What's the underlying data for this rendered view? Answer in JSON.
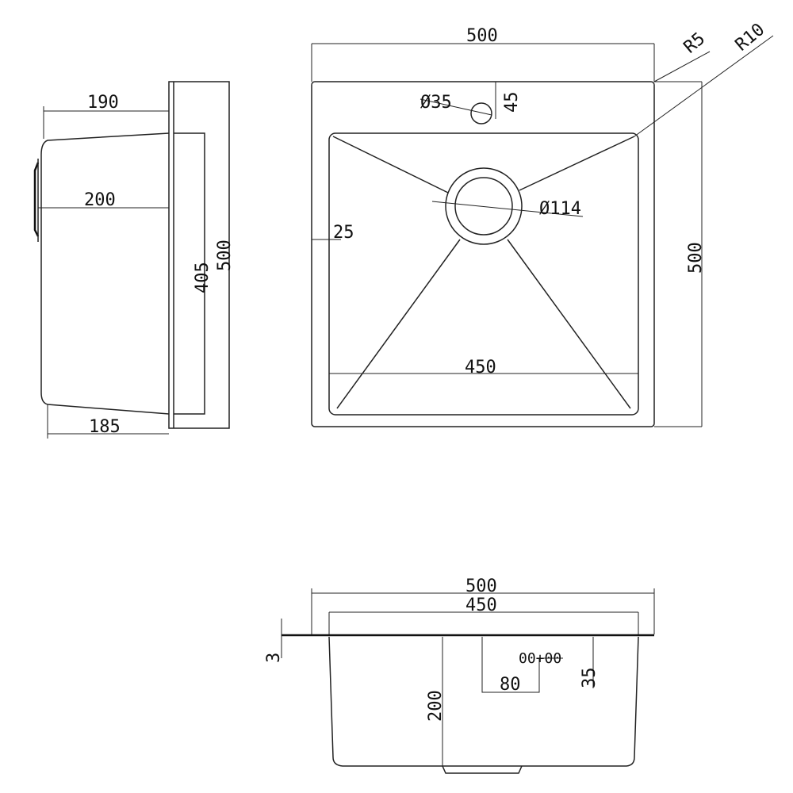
{
  "side_view": {
    "top_width": "190",
    "mid_width": "200",
    "bottom_width": "185",
    "inner_height": "405",
    "outer_height": "500"
  },
  "top_view": {
    "width_top": "500",
    "height_right": "500",
    "corner_radius_outer": "R5",
    "corner_radius_inner": "R10",
    "tap_hole_diameter": "Ø35",
    "tap_hole_offset": "45",
    "drain_diameter": "Ø114",
    "rim_width": "25",
    "bowl_width": "450"
  },
  "front_view": {
    "outer_width": "500",
    "inner_width": "450",
    "rim_thickness": "3",
    "depth": "200",
    "overflow_label": "00+00",
    "overflow_offset": "80",
    "overflow_height": "35"
  }
}
